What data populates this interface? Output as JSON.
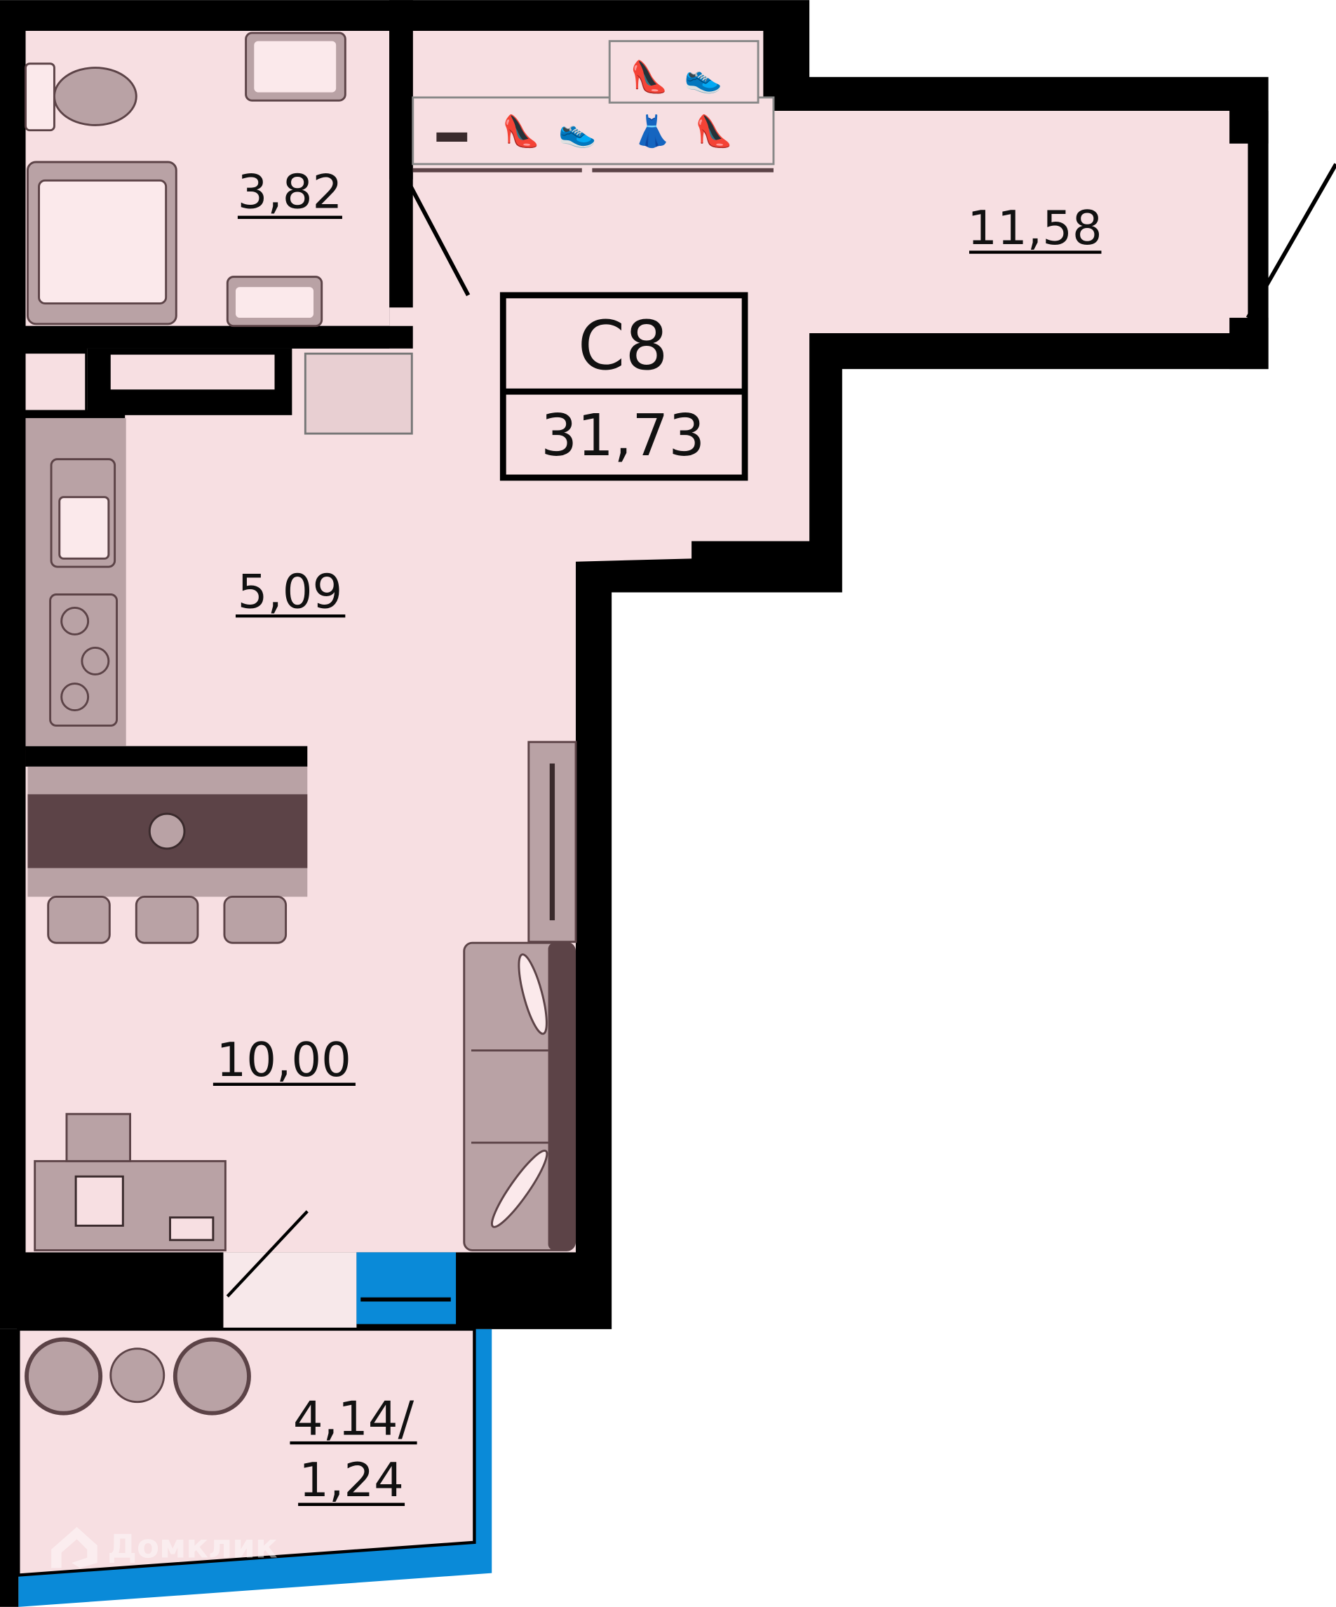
{
  "plan": {
    "unit_code": "C8",
    "total_area": "31,73",
    "rooms": {
      "bathroom": "3,82",
      "hall": "11,58",
      "kitchen": "5,09",
      "living": "10,00",
      "balcony_line1": "4,14/",
      "balcony_line2": "1,24"
    }
  },
  "watermark": "Домклик",
  "colors": {
    "floor": "#f7dfe2",
    "wall": "#000000",
    "furniture": "#b9a2a5",
    "furniture_dark": "#5c4347",
    "window": "#0a8ad8"
  }
}
